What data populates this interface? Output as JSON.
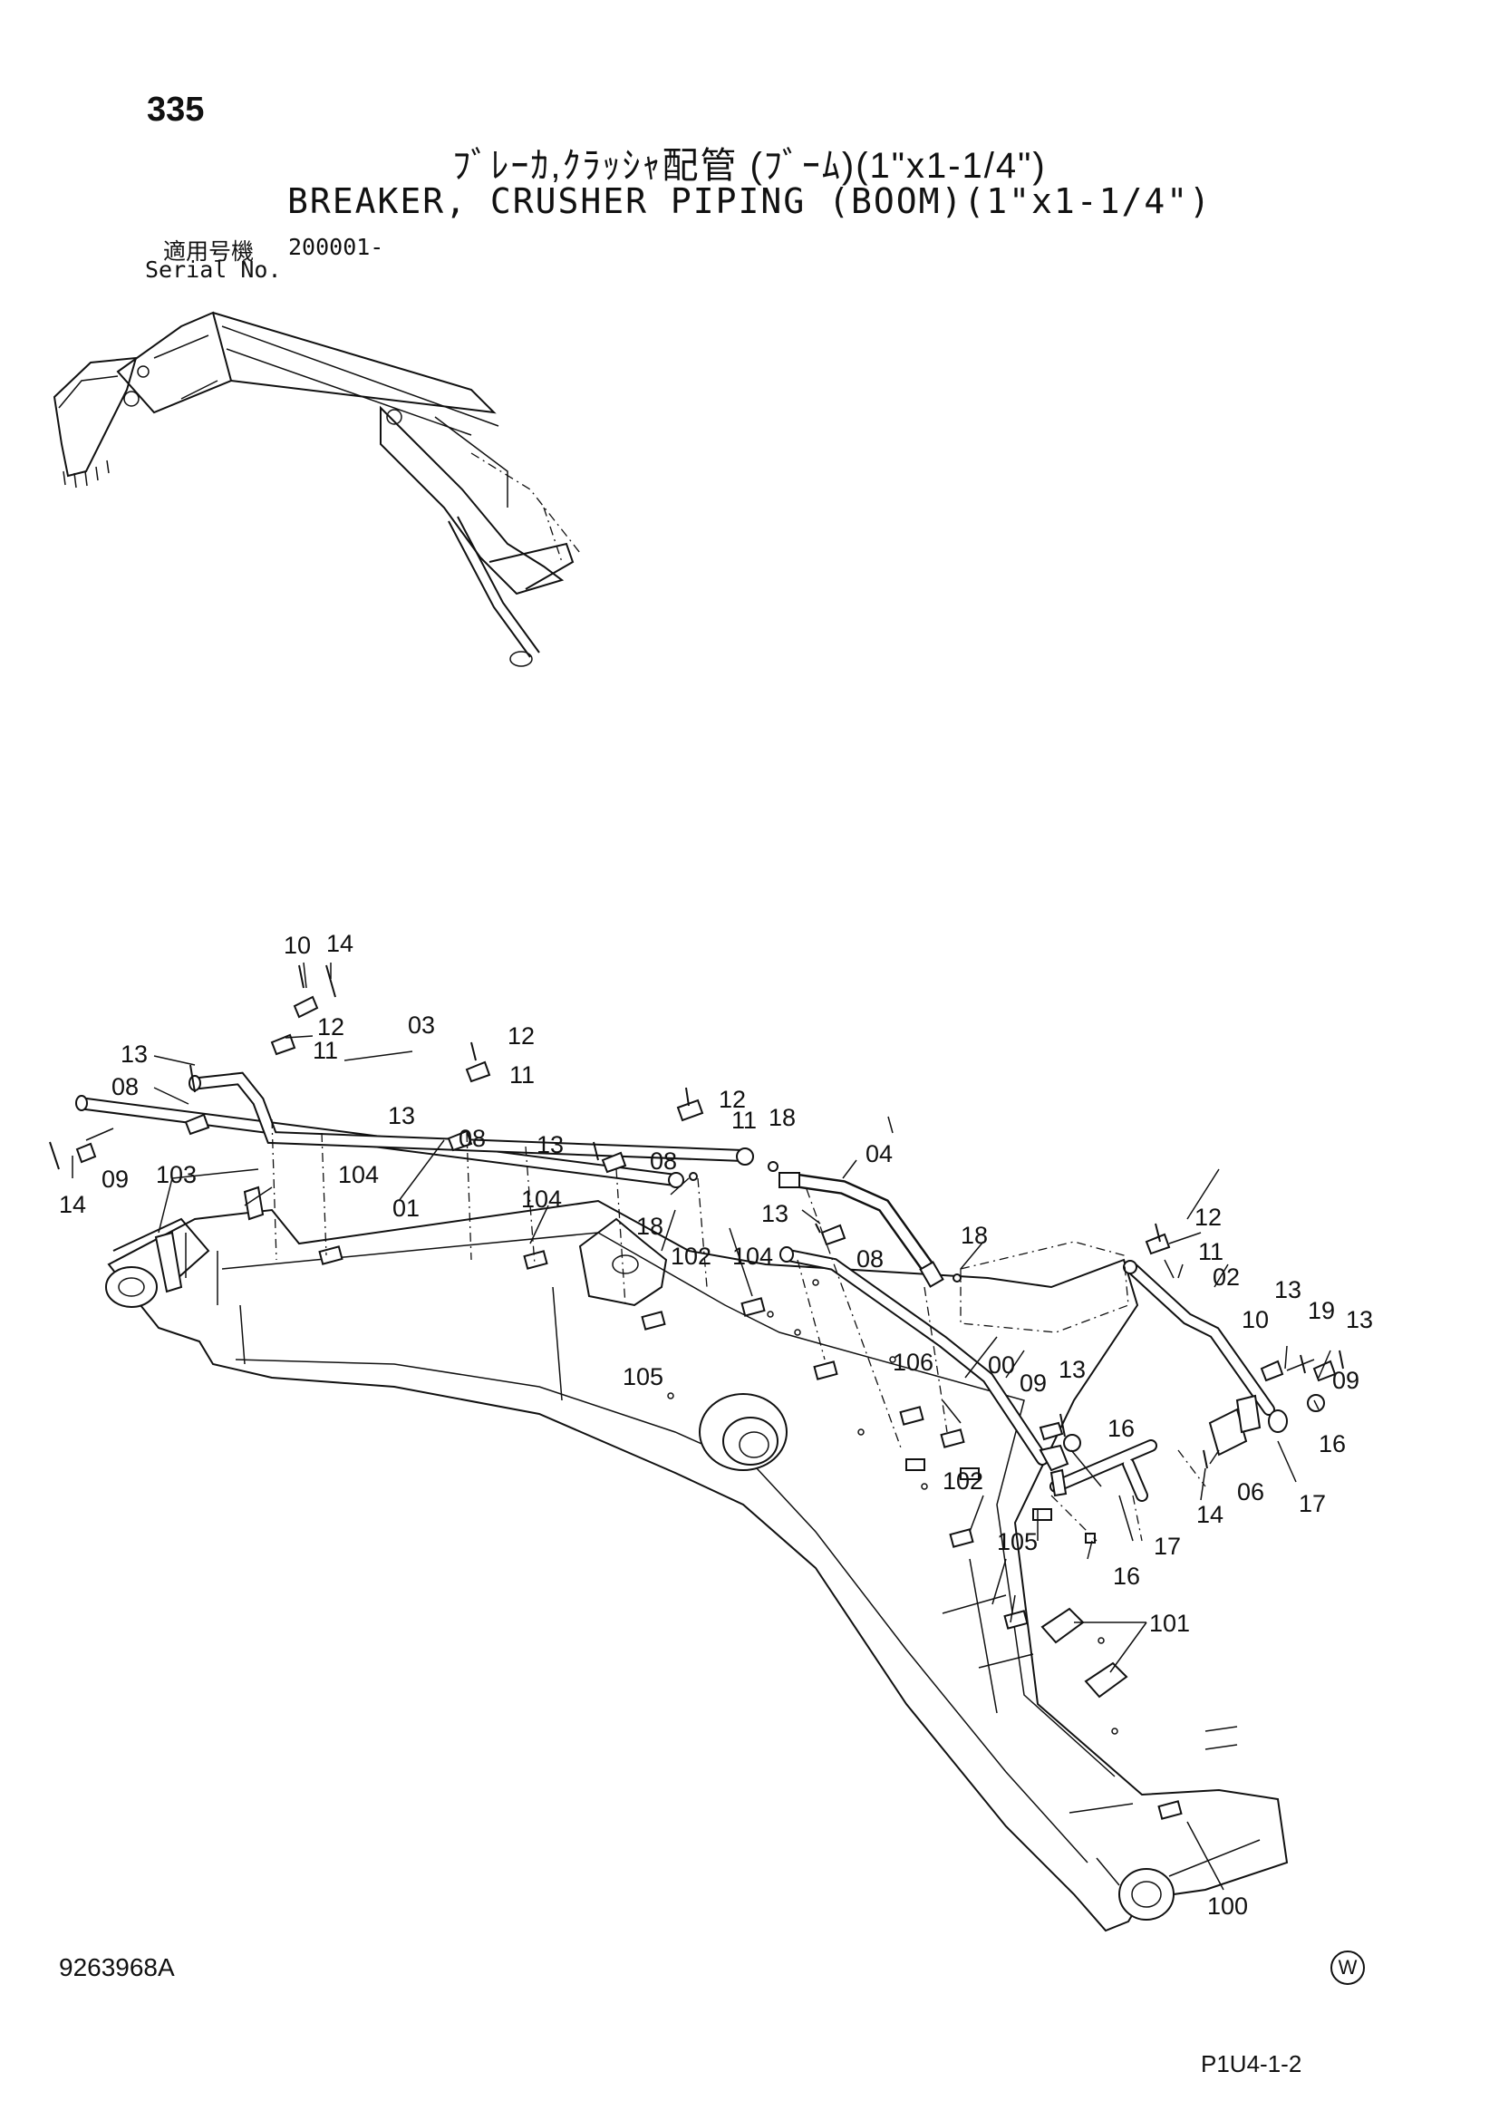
{
  "header": {
    "page_number": "335",
    "title_jp": "ﾌﾞﾚｰｶ,ｸﾗｯｼｬ配管 (ﾌﾞｰﾑ)(1\"x1-1/4\")",
    "title_en": "BREAKER, CRUSHER PIPING (BOOM)(1\"x1-1/4\")",
    "serial_label_jp": "適用号機",
    "serial_value": "200001-",
    "serial_label_en": "Serial No."
  },
  "callouts": [
    "10",
    "14",
    "12",
    "11",
    "03",
    "12",
    "11",
    "13",
    "08",
    "12",
    "11",
    "18",
    "13",
    "08",
    "13",
    "08",
    "14",
    "09",
    "103",
    "104",
    "01",
    "04",
    "104",
    "18",
    "13",
    "08",
    "18",
    "102",
    "104",
    "00",
    "12",
    "11",
    "02",
    "13",
    "19",
    "13",
    "10",
    "09",
    "105",
    "106",
    "09",
    "13",
    "16",
    "16",
    "06",
    "17",
    "14",
    "17",
    "102",
    "16",
    "105",
    "101",
    "100"
  ],
  "footer": {
    "drawing_number": "9263968A",
    "mark": "W",
    "page_code": "P1U4-1-2"
  }
}
